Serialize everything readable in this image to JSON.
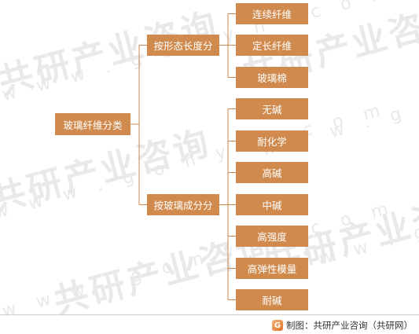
{
  "watermark": {
    "text_cn": "共研产业咨询",
    "text_en": "w w w . g o n y n . c o m"
  },
  "diagram": {
    "root": "玻璃纤维分类",
    "branches": [
      {
        "label": "按形态长度分",
        "children": [
          "连续纤维",
          "定长纤维",
          "玻璃棉"
        ]
      },
      {
        "label": "按玻璃成分分",
        "children": [
          "无碱",
          "耐化学",
          "高碱",
          "中碱",
          "高强度",
          "高弹性模量",
          "耐碱"
        ]
      }
    ]
  },
  "footer": {
    "logo_letter": "G",
    "credit": "制图：共研产业咨询（共研网）"
  },
  "colors": {
    "box_fill": "#d08a4d",
    "connector": "#c8874d",
    "box_text": "#ffffff"
  }
}
